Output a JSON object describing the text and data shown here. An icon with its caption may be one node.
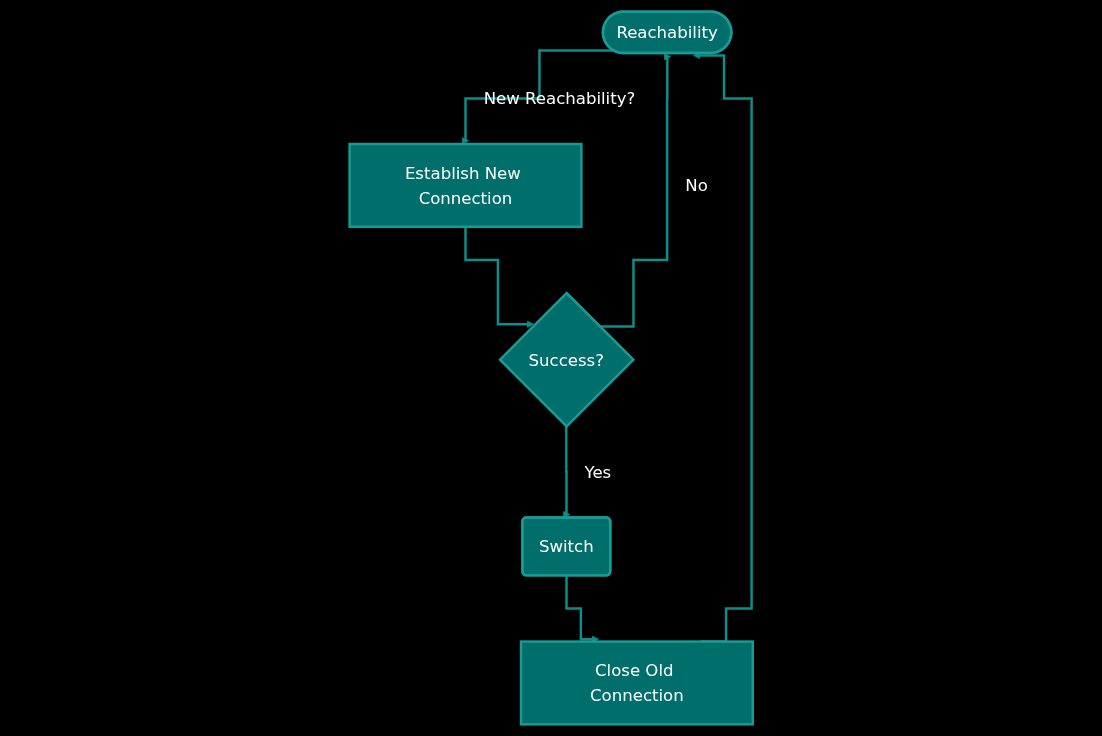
{
  "diagram": {
    "nodes": [
      {
        "text": [
          "Reachability"
        ]
      },
      {
        "text": [
          "Establish New Connection"
        ]
      },
      {
        "text": [
          "Success?"
        ]
      },
      {
        "text": [
          "Switch"
        ]
      },
      {
        "text": [
          "Close Old Connection"
        ]
      }
    ],
    "edges": [
      {
        "from": 0,
        "to": 1,
        "arrow": "to",
        "label": "New Reachability?"
      },
      {
        "from": 1,
        "to": 2,
        "arrow": "to"
      },
      {
        "from": 2,
        "to": 3,
        "arrow": "to",
        "label": "Yes"
      },
      {
        "from": 3,
        "to": 4,
        "arrow": "to"
      },
      {
        "from": 4,
        "to": 0,
        "arrow": "to"
      },
      {
        "from": 2,
        "to": 0,
        "arrow": "to",
        "label": "No"
      }
    ]
  }
}
